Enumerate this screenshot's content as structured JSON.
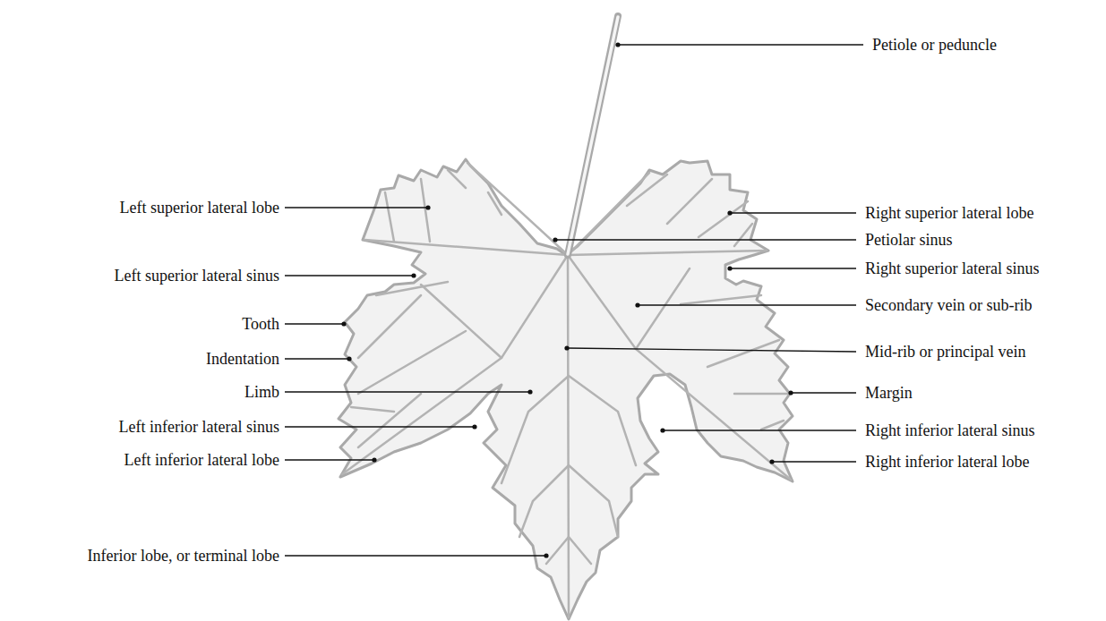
{
  "diagram": {
    "labels": [
      "Petiole or peduncle",
      "Left superior lateral lobe",
      "Right superior lateral lobe",
      "Petiolar sinus",
      "Left superior lateral sinus",
      "Right superior lateral sinus",
      "Tooth",
      "Secondary vein or sub-rib",
      "Indentation",
      "Mid-rib or principal vein",
      "Limb",
      "Margin",
      "Left inferior lateral sinus",
      "Right inferior lateral sinus",
      "Left inferior lateral lobe",
      "Right inferior lateral lobe",
      "Inferior lobe, or terminal lobe"
    ]
  }
}
